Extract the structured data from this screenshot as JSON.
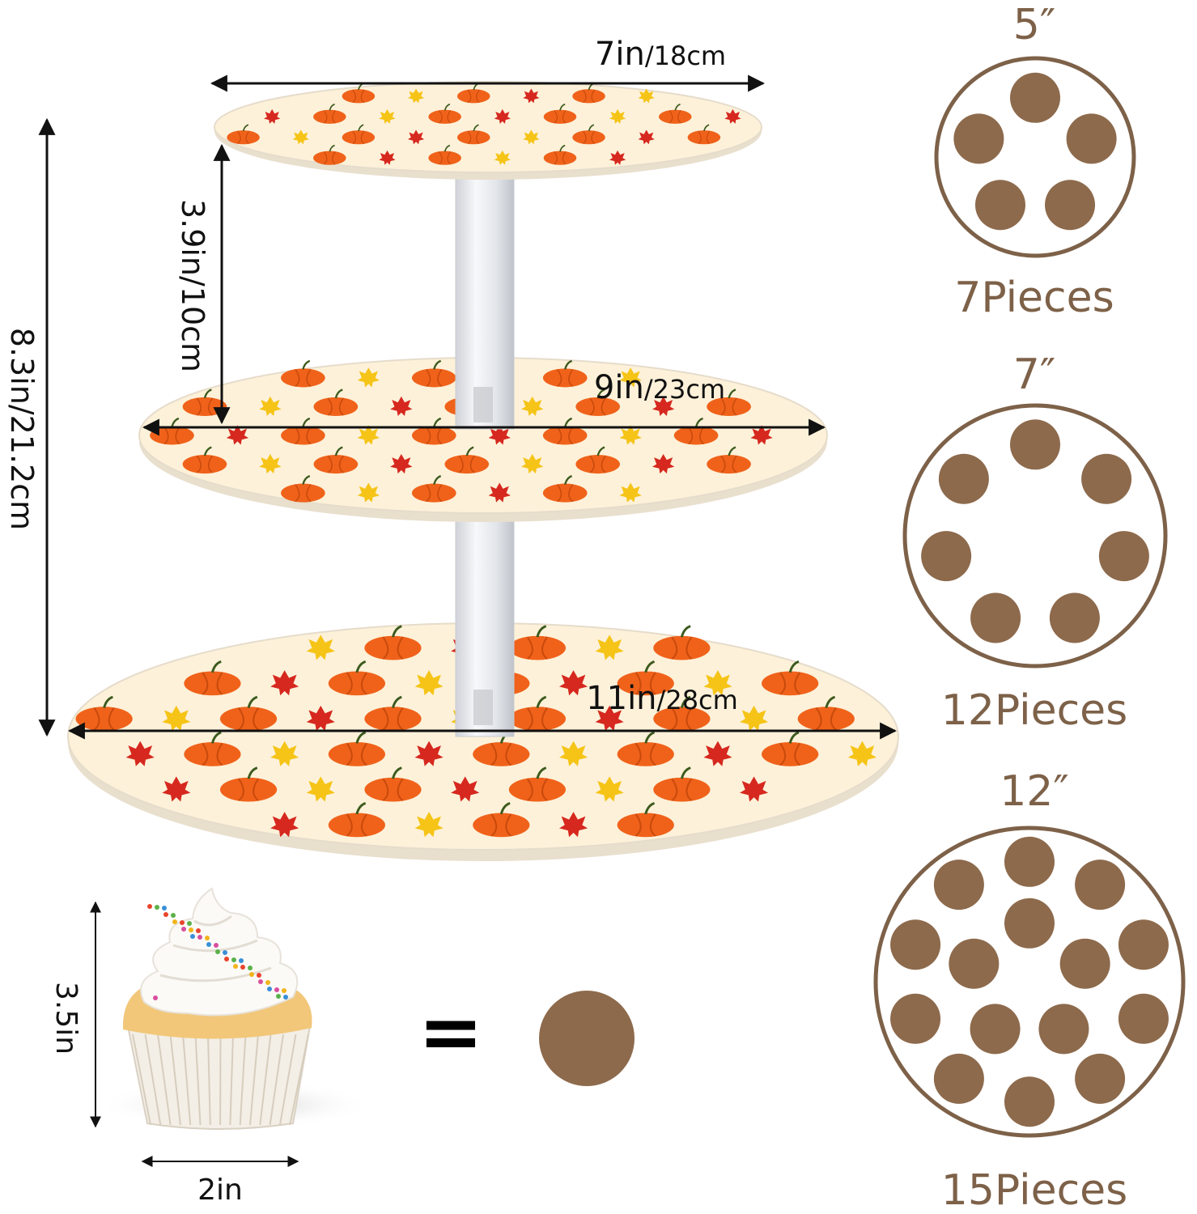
{
  "colors": {
    "tray_fill": "#fdf1d9",
    "tray_edge": "#e6dccb",
    "pole": "#e4e6ea",
    "pumpkin": "#f0621a",
    "leaf_red": "#d6281f",
    "leaf_yellow": "#f5c417",
    "slot": "#8d6a4c",
    "ring": "#7d6148",
    "arrow": "#111111"
  },
  "stand": {
    "top_width": {
      "value": "7in",
      "unit": "/18cm"
    },
    "tier_gap": "3.9in/10cm",
    "total_height": "8.3in/21.2cm",
    "middle_width": {
      "value": "9in",
      "unit": "/23cm"
    },
    "bottom_width": {
      "value": "11in",
      "unit": "/28cm"
    }
  },
  "tiers": [
    {
      "size": "5″",
      "slots": 5,
      "pieces": "7Pieces",
      "icon": "tier-layout-5in-icon"
    },
    {
      "size": "7″",
      "slots": 7,
      "pieces": "12Pieces",
      "icon": "tier-layout-7in-icon"
    },
    {
      "size": "12″",
      "slots": 15,
      "pieces": "15Pieces",
      "icon": "tier-layout-12in-icon"
    }
  ],
  "cupcake": {
    "height": "3.5in",
    "width": "2in",
    "equals": "=",
    "icon": "cupcake-icon"
  }
}
